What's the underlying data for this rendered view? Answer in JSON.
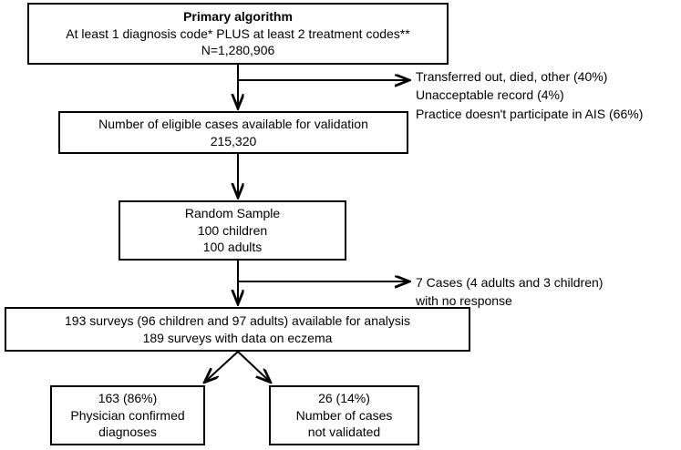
{
  "diagram": {
    "title": "Eczema case validation flow diagram",
    "stroke_color": "#000000",
    "background_color": "#ffffff",
    "nodes": {
      "primary": {
        "lines": [
          "Primary algorithm",
          "At least 1 diagnosis code* PLUS at least 2 treatment codes**",
          "N=1,280,906"
        ]
      },
      "eligible": {
        "lines": [
          "Number of eligible cases available for validation",
          "215,320"
        ]
      },
      "random_sample": {
        "lines": [
          "Random Sample",
          "100 children",
          "100 adults"
        ]
      },
      "surveys": {
        "lines": [
          "193 surveys (96 children and 97 adults) available for analysis",
          "189 surveys with data on eczema"
        ]
      },
      "confirmed": {
        "lines": [
          "163 (86%)",
          "Physician confirmed",
          "diagnoses"
        ]
      },
      "not_validated": {
        "lines": [
          "26 (14%)",
          "Number of cases",
          "not validated"
        ]
      }
    },
    "annotations": {
      "exclusions": {
        "lines": [
          "Transferred out, died, other (40%)",
          "Unacceptable record (4%)",
          "Practice doesn't participate in AIS (66%)"
        ]
      },
      "no_response": {
        "lines": [
          "7 Cases (4 adults and 3 children)",
          "with no response"
        ]
      }
    }
  }
}
